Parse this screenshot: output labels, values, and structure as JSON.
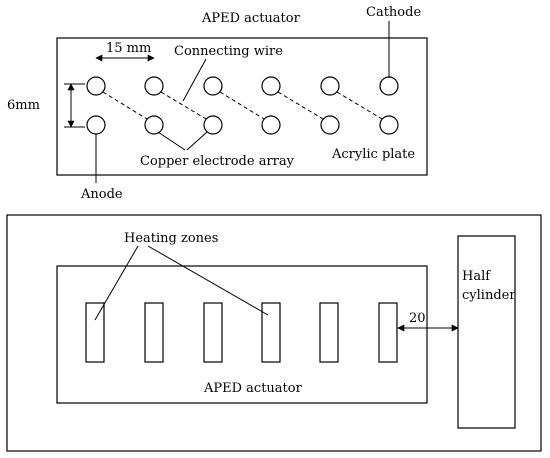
{
  "top": {
    "title": "APED actuator",
    "cathode": "Cathode",
    "spacing": "15 mm",
    "connecting_wire": "Connecting wire",
    "gap": "6mm",
    "copper_array": "Copper electrode array",
    "acrylic": "Acrylic plate",
    "anode": "Anode"
  },
  "bottom": {
    "heating_zones": "Heating zones",
    "half_cylinder_line1": "Half",
    "half_cylinder_line2": "cylinder",
    "distance": "20",
    "aped": "APED actuator"
  }
}
